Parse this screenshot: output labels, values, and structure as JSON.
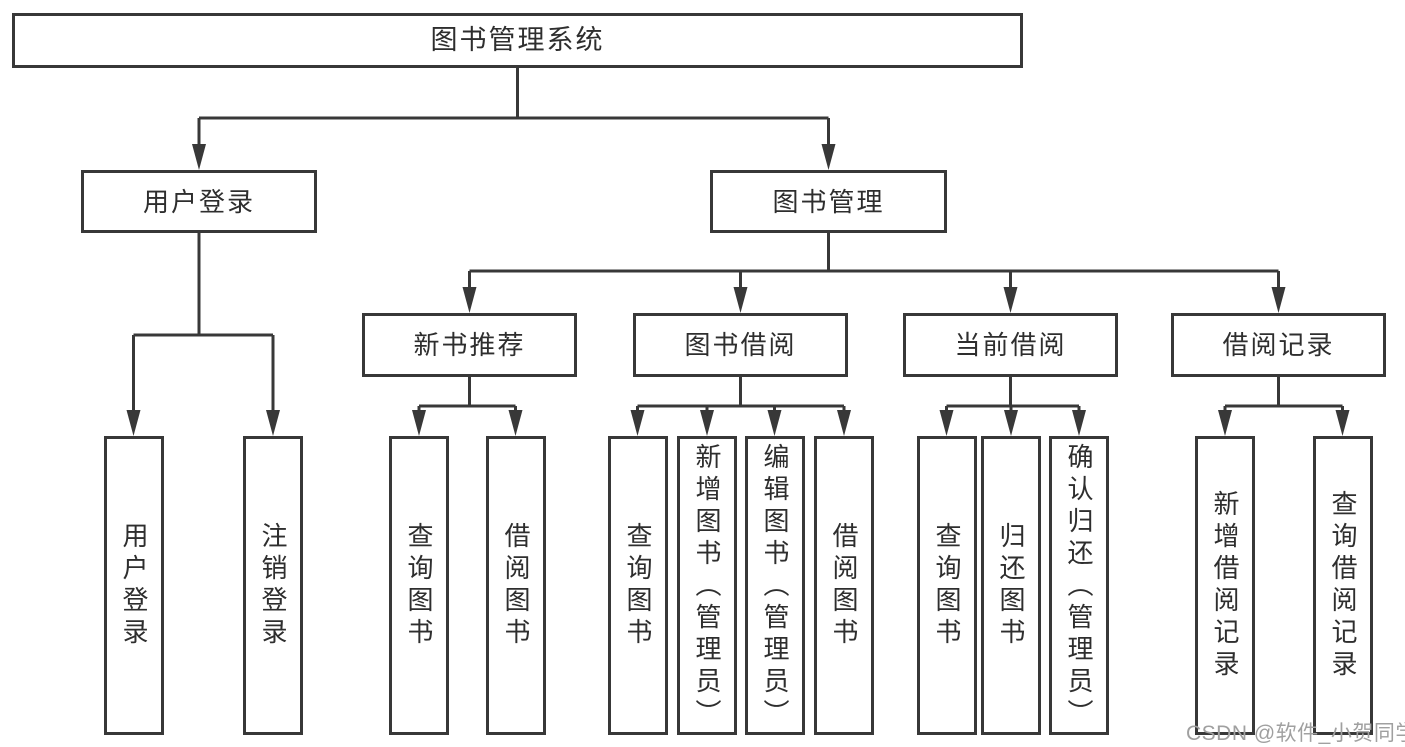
{
  "tree": {
    "root": {
      "label": "图书管理系统"
    },
    "branches": [
      {
        "label": "用户登录",
        "children": [
          {
            "label": "用户登录"
          },
          {
            "label": "注销登录"
          }
        ]
      },
      {
        "label": "图书管理",
        "groups": [
          {
            "label": "新书推荐",
            "children": [
              {
                "label": "查询图书"
              },
              {
                "label": "借阅图书"
              }
            ]
          },
          {
            "label": "图书借阅",
            "children": [
              {
                "label": "查询图书"
              },
              {
                "label": "新增图书（管理员）"
              },
              {
                "label": "编辑图书（管理员）"
              },
              {
                "label": "借阅图书"
              }
            ]
          },
          {
            "label": "当前借阅",
            "children": [
              {
                "label": "查询图书"
              },
              {
                "label": "归还图书"
              },
              {
                "label": "确认归还（管理员）"
              }
            ]
          },
          {
            "label": "借阅记录",
            "children": [
              {
                "label": "新增借阅记录"
              },
              {
                "label": "查询借阅记录"
              }
            ]
          }
        ]
      }
    ]
  },
  "watermark": "CSDN @软件_小贺同学",
  "colors": {
    "line": "#383838",
    "text": "#2e2e2e",
    "watermark": "#a0a0a0",
    "background": "#ffffff"
  }
}
